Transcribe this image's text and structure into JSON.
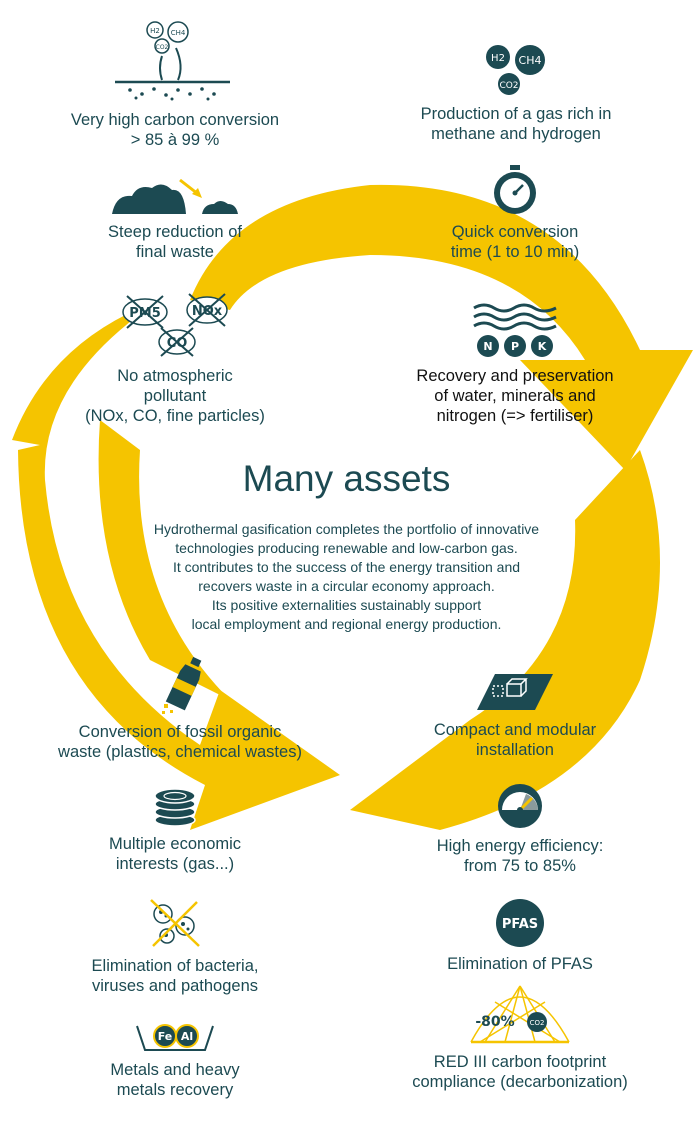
{
  "title": "Many assets",
  "description": [
    "Hydrothermal gasification completes the portfolio of innovative",
    "technologies producing renewable and low-carbon gas.",
    "It contributes to the success of the energy transition and",
    "recovers waste in a circular economy approach.",
    "Its positive externalities sustainably support",
    "local employment and regional energy production."
  ],
  "colors": {
    "teal": "#1c4a52",
    "yellow": "#f5c400",
    "white": "#ffffff"
  },
  "assets": [
    {
      "icon": "gas-bubbles-ground-icon",
      "lines": [
        "Very high carbon conversion",
        "> 85 à 99 %"
      ]
    },
    {
      "icon": "gas-molecules-icon",
      "lines": [
        "Production of a gas rich in",
        "methane and hydrogen"
      ]
    },
    {
      "icon": "waste-pile-reduction-icon",
      "lines": [
        "Steep reduction of",
        "final waste"
      ]
    },
    {
      "icon": "stopwatch-icon",
      "lines": [
        "Quick conversion",
        "time (1 to 10 min)"
      ]
    },
    {
      "icon": "crossed-pollutants-icon",
      "lines": [
        "No atmospheric",
        "pollutant",
        "(NOx, CO, fine particles)"
      ]
    },
    {
      "icon": "water-npk-icon",
      "lines": [
        "Recovery and preservation",
        "of water, minerals and",
        "nitrogen (=> fertiliser)"
      ]
    },
    {
      "icon": "plastic-bottle-icon",
      "lines": [
        "Conversion of fossil organic",
        "waste (plastics, chemical wastes)"
      ]
    },
    {
      "icon": "modular-container-icon",
      "lines": [
        "Compact and modular",
        "installation"
      ]
    },
    {
      "icon": "coin-stack-icon",
      "lines": [
        "Multiple economic",
        "interests (gas...)"
      ]
    },
    {
      "icon": "gauge-icon",
      "lines": [
        "High energy efficiency:",
        "from 75 to 85%"
      ]
    },
    {
      "icon": "crossed-bacteria-icon",
      "lines": [
        "Elimination of bacteria,",
        "viruses and pathogens"
      ]
    },
    {
      "icon": "pfas-badge-icon",
      "lines": [
        "Elimination of PFAS"
      ]
    },
    {
      "icon": "metals-fe-al-icon",
      "lines": [
        "Metals and heavy",
        "metals recovery"
      ]
    },
    {
      "icon": "carbon-footprint-net-icon",
      "lines": [
        "RED III carbon footprint",
        "compliance (decarbonization)"
      ]
    }
  ],
  "icon_text": {
    "h2": "H2",
    "ch4": "CH4",
    "co2": "CO2",
    "pm": "PM5",
    "nox": "NOx",
    "co": "CO",
    "n": "N",
    "p": "P",
    "k": "K",
    "pfas": "PFAS",
    "fe": "Fe",
    "al": "Al",
    "minus80": "-80%"
  }
}
